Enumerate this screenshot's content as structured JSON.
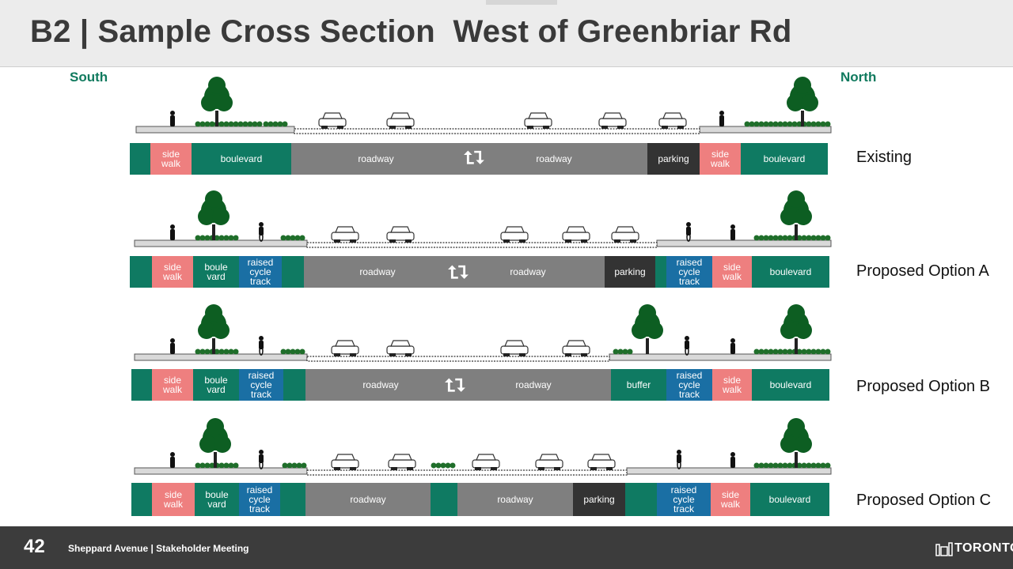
{
  "slide": {
    "title": "B2 | Sample Cross Section  West of Greenbriar Rd",
    "south_label": "South",
    "north_label": "North"
  },
  "sections": [
    {
      "option_label": "Existing",
      "segments": {
        "sidewalk_s": "side\nwalk",
        "boulevard_s": "boulevard",
        "roadway_1": "roadway",
        "roadway_2": "roadway",
        "parking": "parking",
        "sidewalk_n": "side\nwalk",
        "boulevard_n": "boulevard"
      }
    },
    {
      "option_label": "Proposed Option A",
      "segments": {
        "sidewalk_s": "side\nwalk",
        "boulevard_s": "boule\nvard",
        "cycle_s": "raised\ncycle\ntrack",
        "roadway_1": "roadway",
        "roadway_2": "roadway",
        "parking": "parking",
        "cycle_n": "raised\ncycle\ntrack",
        "sidewalk_n": "side\nwalk",
        "boulevard_n": "boulevard"
      }
    },
    {
      "option_label": "Proposed Option B",
      "segments": {
        "sidewalk_s": "side\nwalk",
        "boulevard_s": "boule\nvard",
        "cycle_s": "raised\ncycle\ntrack",
        "roadway_1": "roadway",
        "roadway_2": "roadway",
        "buffer": "buffer",
        "cycle_n": "raised\ncycle\ntrack",
        "sidewalk_n": "side\nwalk",
        "boulevard_n": "boulevard"
      }
    },
    {
      "option_label": "Proposed Option C",
      "segments": {
        "sidewalk_s": "side\nwalk",
        "boulevard_s": "boule\nvard",
        "cycle_s": "raised\ncycle\ntrack",
        "roadway_1": "roadway",
        "roadway_2": "roadway",
        "parking": "parking",
        "cycle_n": "raised\ncycle\ntrack",
        "sidewalk_n": "side\nwalk",
        "boulevard_n": "boulevard"
      }
    }
  ],
  "footer": {
    "page_number": "42",
    "text": "Sheppard Avenue | Stakeholder Meeting",
    "logo_text": "TORONTO"
  },
  "colors": {
    "green": "#0f7a62",
    "pink": "#ee7f7f",
    "grey": "#7f7f7f",
    "dark": "#333333",
    "blue": "#1a6fa4"
  }
}
